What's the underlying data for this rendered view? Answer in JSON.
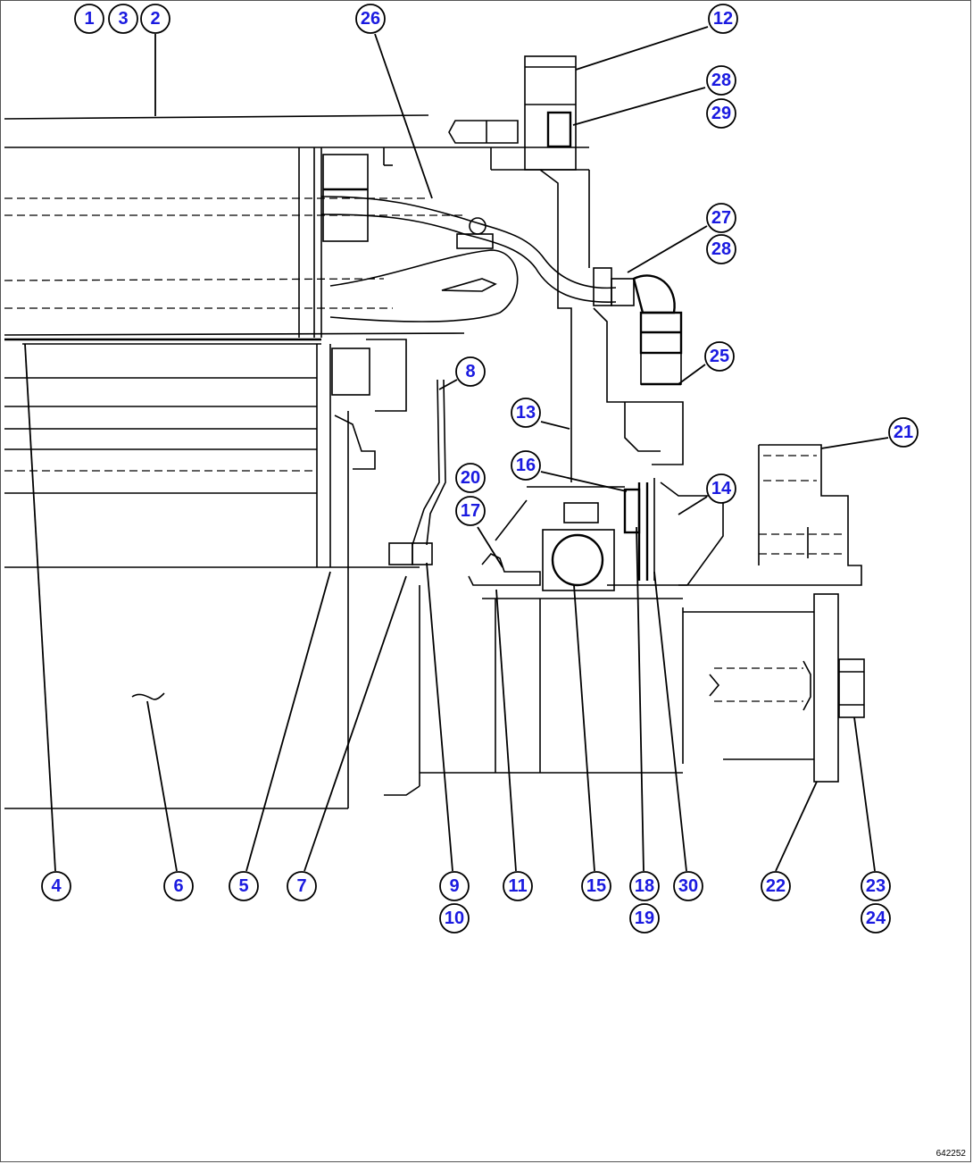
{
  "callouts": [
    {
      "id": "c1",
      "label": "1"
    },
    {
      "id": "c3",
      "label": "3"
    },
    {
      "id": "c2",
      "label": "2"
    },
    {
      "id": "c26",
      "label": "26"
    },
    {
      "id": "c12",
      "label": "12"
    },
    {
      "id": "c28a",
      "label": "28"
    },
    {
      "id": "c29",
      "label": "29"
    },
    {
      "id": "c27",
      "label": "27"
    },
    {
      "id": "c28b",
      "label": "28"
    },
    {
      "id": "c25",
      "label": "25"
    },
    {
      "id": "c8",
      "label": "8"
    },
    {
      "id": "c13",
      "label": "13"
    },
    {
      "id": "c21",
      "label": "21"
    },
    {
      "id": "c16",
      "label": "16"
    },
    {
      "id": "c20",
      "label": "20"
    },
    {
      "id": "c14",
      "label": "14"
    },
    {
      "id": "c17",
      "label": "17"
    },
    {
      "id": "c4",
      "label": "4"
    },
    {
      "id": "c6",
      "label": "6"
    },
    {
      "id": "c5",
      "label": "5"
    },
    {
      "id": "c7",
      "label": "7"
    },
    {
      "id": "c9",
      "label": "9"
    },
    {
      "id": "c10",
      "label": "10"
    },
    {
      "id": "c11",
      "label": "11"
    },
    {
      "id": "c15",
      "label": "15"
    },
    {
      "id": "c18",
      "label": "18"
    },
    {
      "id": "c19",
      "label": "19"
    },
    {
      "id": "c30",
      "label": "30"
    },
    {
      "id": "c22",
      "label": "22"
    },
    {
      "id": "c23",
      "label": "23"
    },
    {
      "id": "c24",
      "label": "24"
    }
  ],
  "drawing_id": "642252"
}
